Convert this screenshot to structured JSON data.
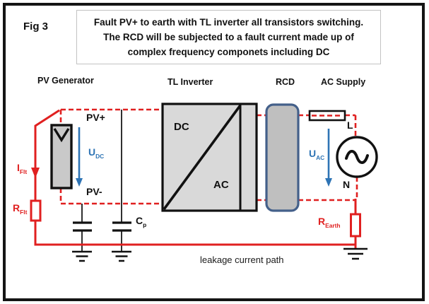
{
  "figure": {
    "label": "Fig 3"
  },
  "title": {
    "lines": [
      "Fault PV+ to earth with TL inverter all transistors switching.",
      "The RCD will be subjected to a fault  current made up of",
      "complex frequency componets including DC"
    ]
  },
  "sections": {
    "pv_generator": "PV Generator",
    "tl_inverter": "TL Inverter",
    "rcd": "RCD",
    "ac_supply": "AC Supply"
  },
  "labels": {
    "pv_plus": "PV+",
    "pv_minus": "PV-",
    "dc": "DC",
    "ac": "AC",
    "u_dc": {
      "main": "U",
      "sub": "DC"
    },
    "u_ac": {
      "main": "U",
      "sub": "AC"
    },
    "i_flt": {
      "main": "I",
      "sub": "Flt"
    },
    "r_flt": {
      "main": "R",
      "sub": "Flt"
    },
    "r_earth": {
      "main": "R",
      "sub": "Earth"
    },
    "c_p": {
      "main": "C",
      "sub": "p"
    },
    "line_terminal": "L",
    "neutral_terminal": "N",
    "leakage_path": "leakage current path"
  },
  "icons": {
    "ac_source": "sine-wave-source-icon",
    "ground": "earth-ground-icon",
    "capacitor": "parallel-plate-capacitor-icon",
    "resistor": "box-resistor-icon",
    "fuse": "link-fuse-icon",
    "pv_panel": "pv-module-icon"
  },
  "colors": {
    "fault_red": "#e02020",
    "measure_blue": "#2e74b5",
    "rcd_border": "#44608a",
    "inverter_fill": "#d9d9d9",
    "rcd_fill": "#bfbfbf",
    "panel_fill": "#c9c9c9"
  }
}
